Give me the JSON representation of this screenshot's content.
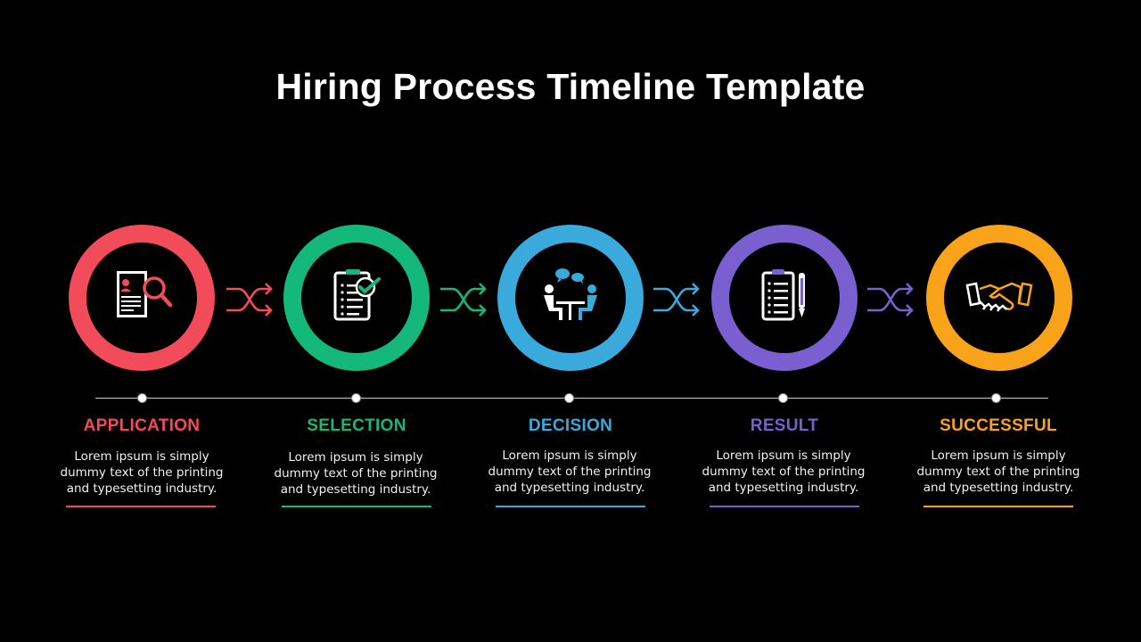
{
  "title": "Hiring Process Timeline Template",
  "steps": [
    {
      "label": "APPLICATION",
      "color": "#f24b5a",
      "icon": "resume-search-icon",
      "description": "Lorem ipsum is simply dummy text of the printing and typesetting industry."
    },
    {
      "label": "SELECTION",
      "color": "#14b87a",
      "icon": "checklist-check-icon",
      "description": "Lorem ipsum is simply dummy text of the printing and typesetting industry."
    },
    {
      "label": "DECISION",
      "color": "#3aa9dc",
      "icon": "meeting-interview-icon",
      "description": "Lorem ipsum is simply dummy text of the printing and typesetting industry."
    },
    {
      "label": "RESULT",
      "color": "#7a5fd0",
      "icon": "clipboard-pen-icon",
      "description": "Lorem ipsum is simply dummy text of the printing and typesetting industry."
    },
    {
      "label": "SUCCESSFUL",
      "color": "#f9a31b",
      "icon": "handshake-icon",
      "description": "Lorem ipsum is simply dummy text of the printing and typesetting industry."
    }
  ]
}
